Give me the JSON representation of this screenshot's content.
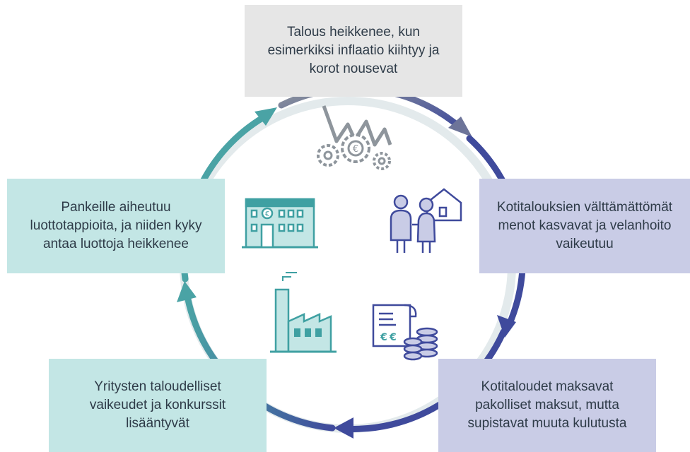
{
  "colors": {
    "gray_box": "#e6e6e6",
    "blue_box": "#c9cce6",
    "teal_box": "#c3e6e5",
    "gray_arrow": "#8e959c",
    "navy_arrow": "#3f4a9c",
    "teal_arrow": "#4aa3a5",
    "icon_teal": "#3fa0a2",
    "icon_navy": "#3f4a9c",
    "icon_gray": "#8e959c"
  },
  "steps": {
    "top": "Talous heikkenee, kun\nesimerkiksi inflaatio kiihtyy ja\nkorot nousevat",
    "right": "Kotitalouksien välttämättömät\nmenot kasvavat ja velanhoito\nvaikeutuu",
    "bottom_right": "Kotitaloudet maksavat\npakolliset maksut, mutta\nsupistavat muuta kulutusta",
    "bottom_left": "Yritysten taloudelliset\nvaikeudet ja konkurssit\nlisääntyvät",
    "left": "Pankeille aiheutuu\nluottotappioita, ja niiden kyky\nantaa luottoja heikkenee"
  },
  "icons": {
    "economy": "falling-chart-gears-euro-icon",
    "household": "elderly-couple-house-icon",
    "payments": "bill-and-coins-icon",
    "business": "factory-icon",
    "bank": "bank-building-euro-icon"
  },
  "currency_symbol": "€"
}
